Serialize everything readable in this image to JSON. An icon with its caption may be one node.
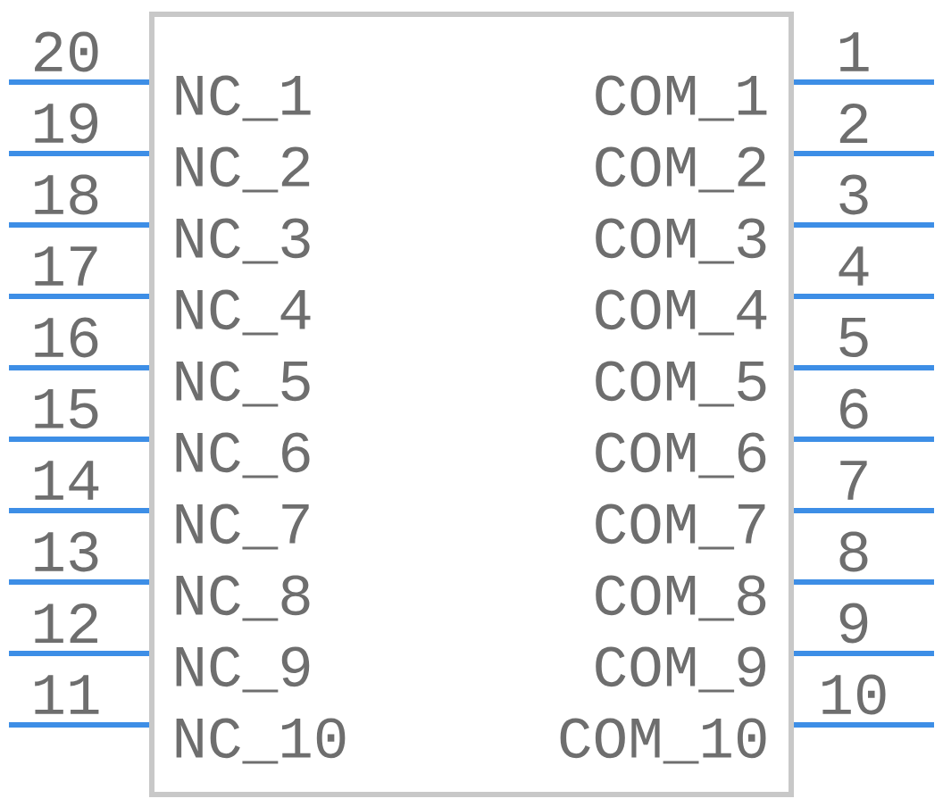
{
  "diagram": {
    "nodes": [
      {
        "text": [
          "NC_1",
          "COM_1",
          "NC_2",
          "COM_2",
          "NC_3",
          "COM_3",
          "NC_4",
          "COM_4",
          "NC_5",
          "COM_5",
          "NC_6",
          "COM_6",
          "NC_7",
          "COM_7",
          "NC_8",
          "COM_8",
          "NC_9",
          "COM_9",
          "NC_10",
          "COM_10"
        ]
      }
    ],
    "labels": [
      "20",
      "1",
      "19",
      "2",
      "18",
      "3",
      "17",
      "4",
      "16",
      "5",
      "15",
      "6",
      "14",
      "7",
      "13",
      "8",
      "12",
      "9",
      "11",
      "10"
    ]
  }
}
